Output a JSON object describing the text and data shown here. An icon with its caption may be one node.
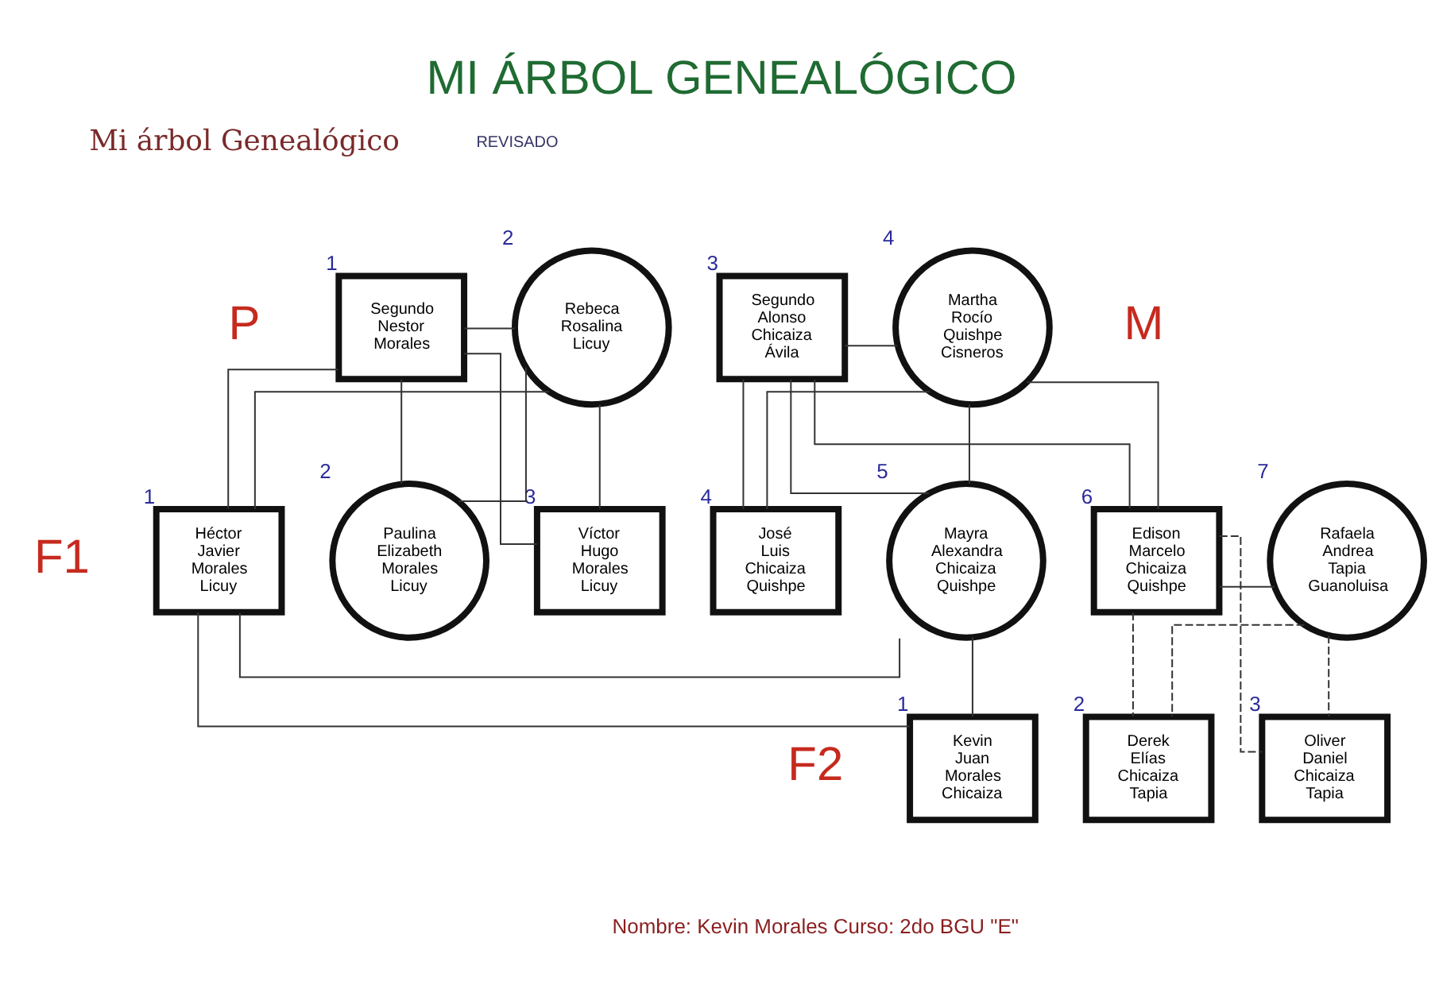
{
  "diagram": {
    "title": "MI ÁRBOL GENEALÓGICO",
    "nodes": [
      {
        "text": [
          "Segundo Nestor Morales"
        ],
        "beside": [
          "1"
        ]
      },
      {
        "text": [
          "Rebeca Rosalina Licuy"
        ],
        "beside": [
          "2"
        ]
      },
      {
        "text": [
          "Segundo Alonso Chicaiza Ávila"
        ],
        "beside": [
          "3"
        ]
      },
      {
        "text": [
          "Martha Rocío Quishpe Cisneros"
        ],
        "beside": [
          "4"
        ]
      },
      {
        "text": [
          "Héctor Javier Morales Licuy"
        ],
        "beside": [
          "1"
        ]
      },
      {
        "text": [
          "Paulina Elizabeth Morales Licuy"
        ],
        "beside": [
          "2"
        ]
      },
      {
        "text": [
          "Víctor Hugo Morales Licuy"
        ],
        "beside": [
          "3"
        ]
      },
      {
        "text": [
          "José Luis Chicaiza Quishpe"
        ],
        "beside": [
          "4"
        ]
      },
      {
        "text": [
          "Mayra Alexandra Chicaiza Quishpe"
        ],
        "beside": [
          "5"
        ]
      },
      {
        "text": [
          "Edison Marcelo Chicaiza Quishpe"
        ],
        "beside": [
          "6"
        ]
      },
      {
        "text": [
          "Rafaela Andrea Tapia Guanoluisa"
        ],
        "beside": [
          "7"
        ]
      },
      {
        "text": [
          "Kevin Juan Morales Chicaiza"
        ],
        "beside": [
          "1"
        ]
      },
      {
        "text": [
          "Derek Elías Chicaiza Tapia"
        ],
        "beside": [
          "2"
        ]
      },
      {
        "text": [
          "Oliver Daniel Chicaiza Tapia"
        ],
        "beside": [
          "3"
        ]
      }
    ],
    "edges": [
      {
        "from": 0,
        "to": 1,
        "arrow": "none"
      },
      {
        "from": 0,
        "to": 4,
        "arrow": "none"
      },
      {
        "from": 1,
        "to": 4,
        "arrow": "none"
      },
      {
        "from": 0,
        "to": 5,
        "arrow": "none"
      },
      {
        "from": 1,
        "to": 5,
        "arrow": "none"
      },
      {
        "from": 0,
        "to": 6,
        "arrow": "none"
      },
      {
        "from": 1,
        "to": 6,
        "arrow": "none"
      },
      {
        "from": 2,
        "to": 3,
        "arrow": "none"
      },
      {
        "from": 2,
        "to": 7,
        "arrow": "none"
      },
      {
        "from": 3,
        "to": 7,
        "arrow": "none"
      },
      {
        "from": 2,
        "to": 8,
        "arrow": "none"
      },
      {
        "from": 3,
        "to": 8,
        "arrow": "none"
      },
      {
        "from": 2,
        "to": 9,
        "arrow": "none"
      },
      {
        "from": 3,
        "to": 9,
        "arrow": "none"
      },
      {
        "from": 4,
        "to": 8,
        "arrow": "none"
      },
      {
        "from": 4,
        "to": 11,
        "arrow": "none"
      },
      {
        "from": 8,
        "to": 11,
        "arrow": "none"
      },
      {
        "from": 9,
        "to": 10,
        "arrow": "none"
      },
      {
        "from": 9,
        "to": 12,
        "arrow": "none",
        "style": "dashed"
      },
      {
        "from": 10,
        "to": 12,
        "arrow": "none",
        "style": "dashed"
      },
      {
        "from": 9,
        "to": 13,
        "arrow": "none",
        "style": "dashed"
      },
      {
        "from": 10,
        "to": 13,
        "arrow": "none",
        "style": "dashed"
      }
    ],
    "labels": [
      "Mi árbol Genealógico",
      "REVISADO",
      "P",
      "M",
      "F1",
      "F2",
      "Nombre: Kevin Morales Curso: 2do BGU \"E\""
    ]
  }
}
